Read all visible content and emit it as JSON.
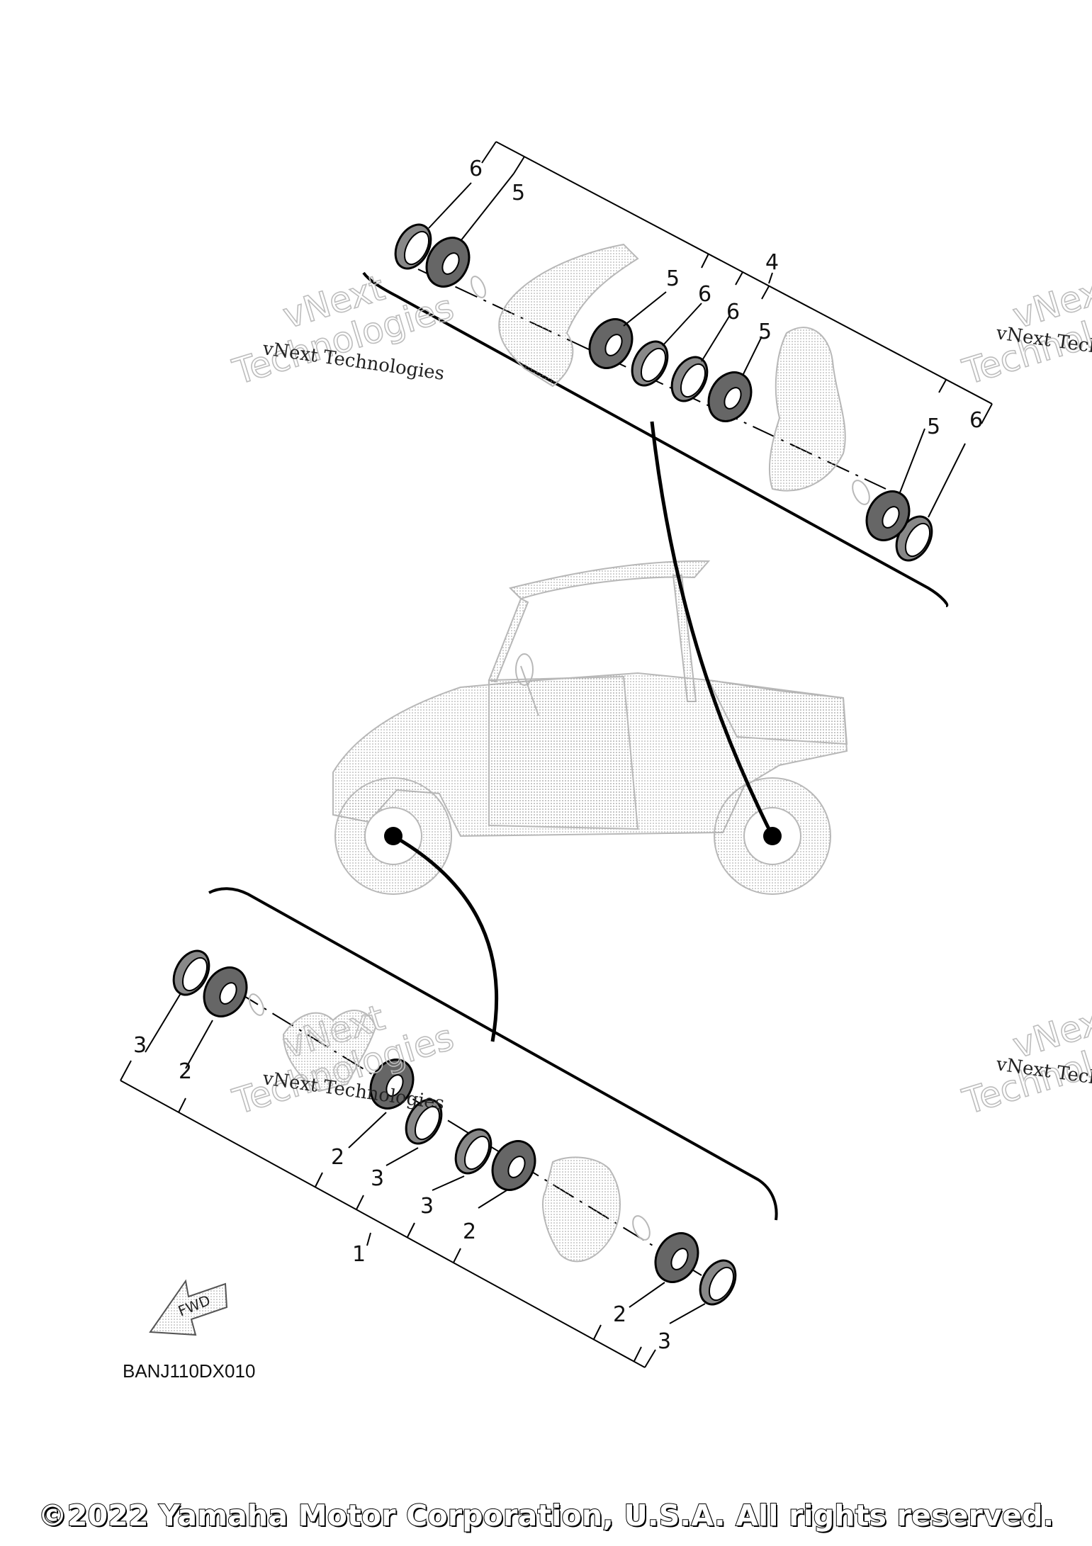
{
  "diagram": {
    "code": "BANJ110DX010",
    "fwd_label": "FWD",
    "callouts": {
      "front_set_label": "1",
      "front_bearing_label": "2",
      "front_seal_label": "3",
      "rear_set_label": "4",
      "rear_bearing_label": "5",
      "rear_seal_label": "6"
    }
  },
  "watermark": {
    "small_text": "vNext Technologies",
    "line1": "vNext",
    "line2": "Technologies"
  },
  "copyright": "©2022 Yamaha Motor Corporation, U.S.A. All rights reserved."
}
